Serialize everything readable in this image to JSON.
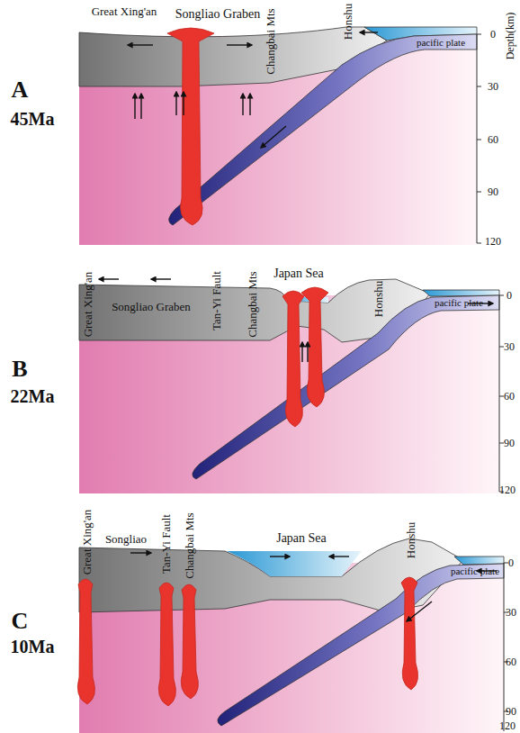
{
  "diagram": {
    "labels": [
      "A",
      "45Ma",
      "Great Xing'an",
      "Songliao Graben",
      "Changbai Mts",
      "Honshu",
      "pacific plate",
      "Depth(km)",
      "0",
      "30",
      "60",
      "90",
      "120",
      "B",
      "22Ma",
      "Great Xing'an",
      "Songliao Graben",
      "Tan-Yi Fault",
      "Changbai Mts",
      "Japan Sea",
      "Honshu",
      "pacific plate",
      "0",
      "30",
      "60",
      "90",
      "120",
      "C",
      "10Ma",
      "Great Xing'an",
      "Songliao",
      "Tan-Yi Fault",
      "Changbai Mts",
      "Japan Sea",
      "Honshu",
      "pacific plate",
      "0",
      "30",
      "60",
      "90",
      "120"
    ]
  }
}
